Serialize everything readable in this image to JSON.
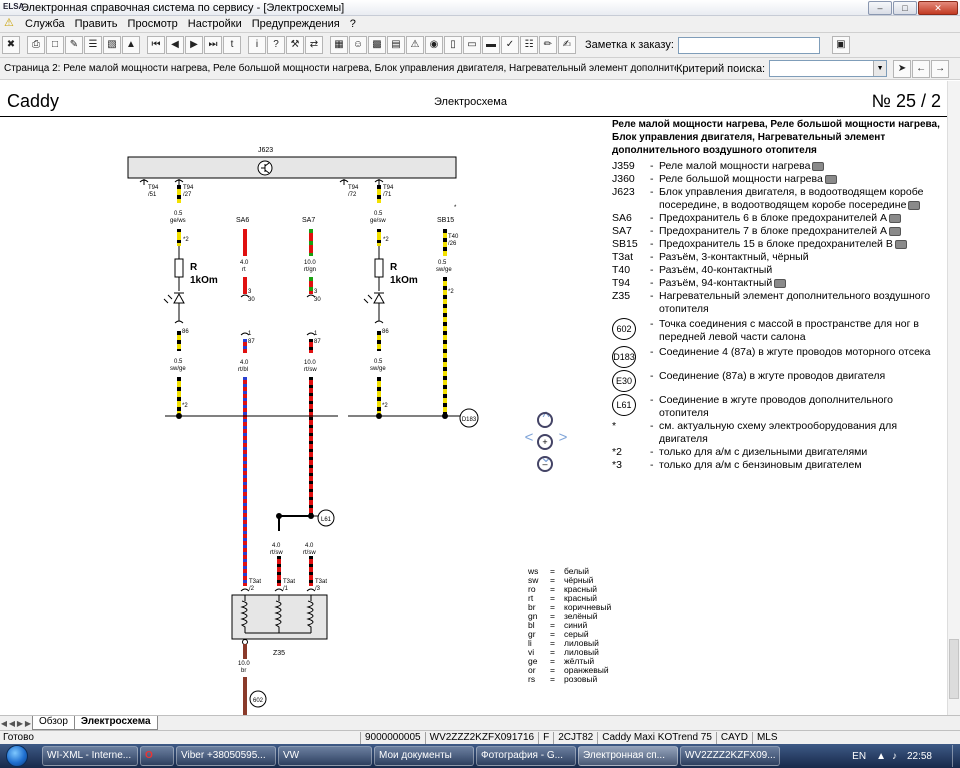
{
  "window": {
    "title": "Электронная справочная система по сервису - [Электросхемы]",
    "app_icon": "elsa-app-icon"
  },
  "menu": [
    "Служба",
    "Править",
    "Просмотр",
    "Настройки",
    "Предупреждения",
    "?"
  ],
  "toolbar": {
    "order_label": "Заметка к заказу:",
    "order_value": ""
  },
  "pagebar": {
    "page_text": "Страница 2: Реле малой мощности нагрева, Реле большой мощности нагрева, Блок управления двигателя, Нагревательный элемент дополнительного",
    "search_label": "Критерий поиска:",
    "search_value": ""
  },
  "document": {
    "model": "Caddy",
    "type": "Электросхема",
    "number": "№  25 / 2"
  },
  "legend": {
    "heading": "Реле малой мощности нагрева, Реле большой мощности нагрева, Блок управления двигателя, Нагревательный элемент дополнительного воздушного отопителя",
    "items": [
      {
        "code": "J359",
        "desc": "Реле малой мощности нагрева",
        "cam": true
      },
      {
        "code": "J360",
        "desc": "Реле большой мощности нагрева",
        "cam": true
      },
      {
        "code": "J623",
        "desc": "Блок управления двигателя, в водоотводящем коробе посередине, в водоотводящем коробе посередине",
        "cam": true
      },
      {
        "code": "SA6",
        "desc": "Предохранитель 6 в блоке предохранителей A",
        "cam": true
      },
      {
        "code": "SA7",
        "desc": "Предохранитель 7 в блоке предохранителей A",
        "cam": true
      },
      {
        "code": "SB15",
        "desc": "Предохранитель 15 в блоке предохранителей B",
        "cam": true
      },
      {
        "code": "T3at",
        "desc": "Разъём, 3-контактный, чёрный",
        "cam": false
      },
      {
        "code": "T40",
        "desc": "Разъём, 40-контактный",
        "cam": false
      },
      {
        "code": "T94",
        "desc": "Разъём, 94-контактный",
        "cam": true
      },
      {
        "code": "Z35",
        "desc": "Нагревательный элемент дополнительного воздушного отопителя",
        "cam": false
      }
    ],
    "circles": [
      {
        "code": "602",
        "desc": "Точка соединения с массой в пространстве для ног в передней левой части салона"
      },
      {
        "code": "D183",
        "desc": "Соединение 4 (87а) в жгуте проводов моторного отсека"
      },
      {
        "code": "E30",
        "desc": "Соединение (87а) в жгуте проводов двигателя"
      },
      {
        "code": "L61",
        "desc": "Соединение в жгуте проводов дополнительного отопителя"
      }
    ],
    "notes": [
      {
        "code": "*",
        "desc": "см. актуальную схему электрооборудования для двигателя"
      },
      {
        "code": "*2",
        "desc": "только для а/м с дизельными двигателями"
      },
      {
        "code": "*3",
        "desc": "только для а/м с бензиновым двигателем"
      }
    ]
  },
  "colors": [
    {
      "code": "ws",
      "name": "белый"
    },
    {
      "code": "sw",
      "name": "чёрный"
    },
    {
      "code": "ro",
      "name": "красный"
    },
    {
      "code": "rt",
      "name": "красный"
    },
    {
      "code": "br",
      "name": "коричневый"
    },
    {
      "code": "gn",
      "name": "зелёный"
    },
    {
      "code": "bl",
      "name": "синий"
    },
    {
      "code": "gr",
      "name": "серый"
    },
    {
      "code": "li",
      "name": "лиловый"
    },
    {
      "code": "vi",
      "name": "лиловый"
    },
    {
      "code": "ge",
      "name": "жёлтый"
    },
    {
      "code": "or",
      "name": "оранжевый"
    },
    {
      "code": "rs",
      "name": "розовый"
    }
  ],
  "schematic": {
    "j623": "J623",
    "pins_top": [
      {
        "conn": "T94",
        "pin": "/51"
      },
      {
        "conn": "T94",
        "pin": "/27"
      },
      {
        "conn": "T94",
        "pin": "/72"
      },
      {
        "conn": "T94",
        "pin": "/71"
      }
    ],
    "wires": {
      "w1": {
        "size": "0.5",
        "color": "ge/ws"
      },
      "w2": {
        "size": "0.5",
        "color": "ge/sw"
      },
      "w3": {
        "size": "0.5",
        "color": "sw/ge"
      },
      "sa6": {
        "size": "4.0",
        "color": "rt"
      },
      "sa7": {
        "size": "10.0",
        "color": "rt/gn"
      },
      "w4": {
        "size": "0.5",
        "color": "sw/ge"
      },
      "w5": {
        "size": "4.0",
        "color": "rt/bl"
      },
      "w6": {
        "size": "10.0",
        "color": "rt/sw"
      },
      "w7": {
        "size": "0.5",
        "color": "sw/ge"
      },
      "w8": {
        "size": "4.0",
        "color": "rt/sw"
      },
      "w9": {
        "size": "4.0",
        "color": "rt/sw"
      },
      "w10": {
        "size": "10.0",
        "color": "br"
      }
    },
    "fuses": [
      "SA6",
      "SA7",
      "SB15"
    ],
    "t40": "T40",
    "t40_pin": "/26",
    "resistor_label": "R",
    "resistor_value": "1kOm",
    "relay_pins": {
      "p86": "86",
      "p87": "87",
      "p30": "30",
      "p1": "1",
      "p3": "3"
    },
    "note2": "*2",
    "note_star": "*",
    "conn_d183": "D183",
    "conn_l61": "L61",
    "conn_602": "602",
    "t3at": "T3at",
    "t3at_pins": [
      "/2",
      "/1",
      "/3"
    ],
    "z35": "Z35"
  },
  "tabs": [
    "Обзор",
    "Электросхема"
  ],
  "status": {
    "ready": "Готово",
    "fields": [
      "9000000005",
      "WV2ZZZ2KZFX091716",
      "F",
      "2CJT82",
      "Caddy Maxi KOTrend 75",
      "CAYD",
      "MLS"
    ]
  },
  "taskbar": {
    "items": [
      {
        "label": "WI-XML - Interne...",
        "icon": "ie-icon"
      },
      {
        "label": "",
        "icon": "opera-icon"
      },
      {
        "label": "Viber +38050595...",
        "icon": "viber-icon"
      },
      {
        "label": "VW",
        "icon": "folder-icon"
      },
      {
        "label": "Мои документы",
        "icon": "folder-icon"
      },
      {
        "label": "Фотография - G...",
        "icon": "chrome-icon"
      },
      {
        "label": "Электронная сп...",
        "icon": "elsa-icon"
      },
      {
        "label": "WV2ZZZ2KZFX09...",
        "icon": "pdf-icon"
      }
    ],
    "lang": "EN",
    "clock": "22:58"
  },
  "accent": {
    "wire_red": "#e01010",
    "wire_yellow": "#f2e000",
    "wire_blue": "#2a3fd0",
    "wire_green": "#1aa010",
    "wire_brown": "#8a3a2a"
  }
}
